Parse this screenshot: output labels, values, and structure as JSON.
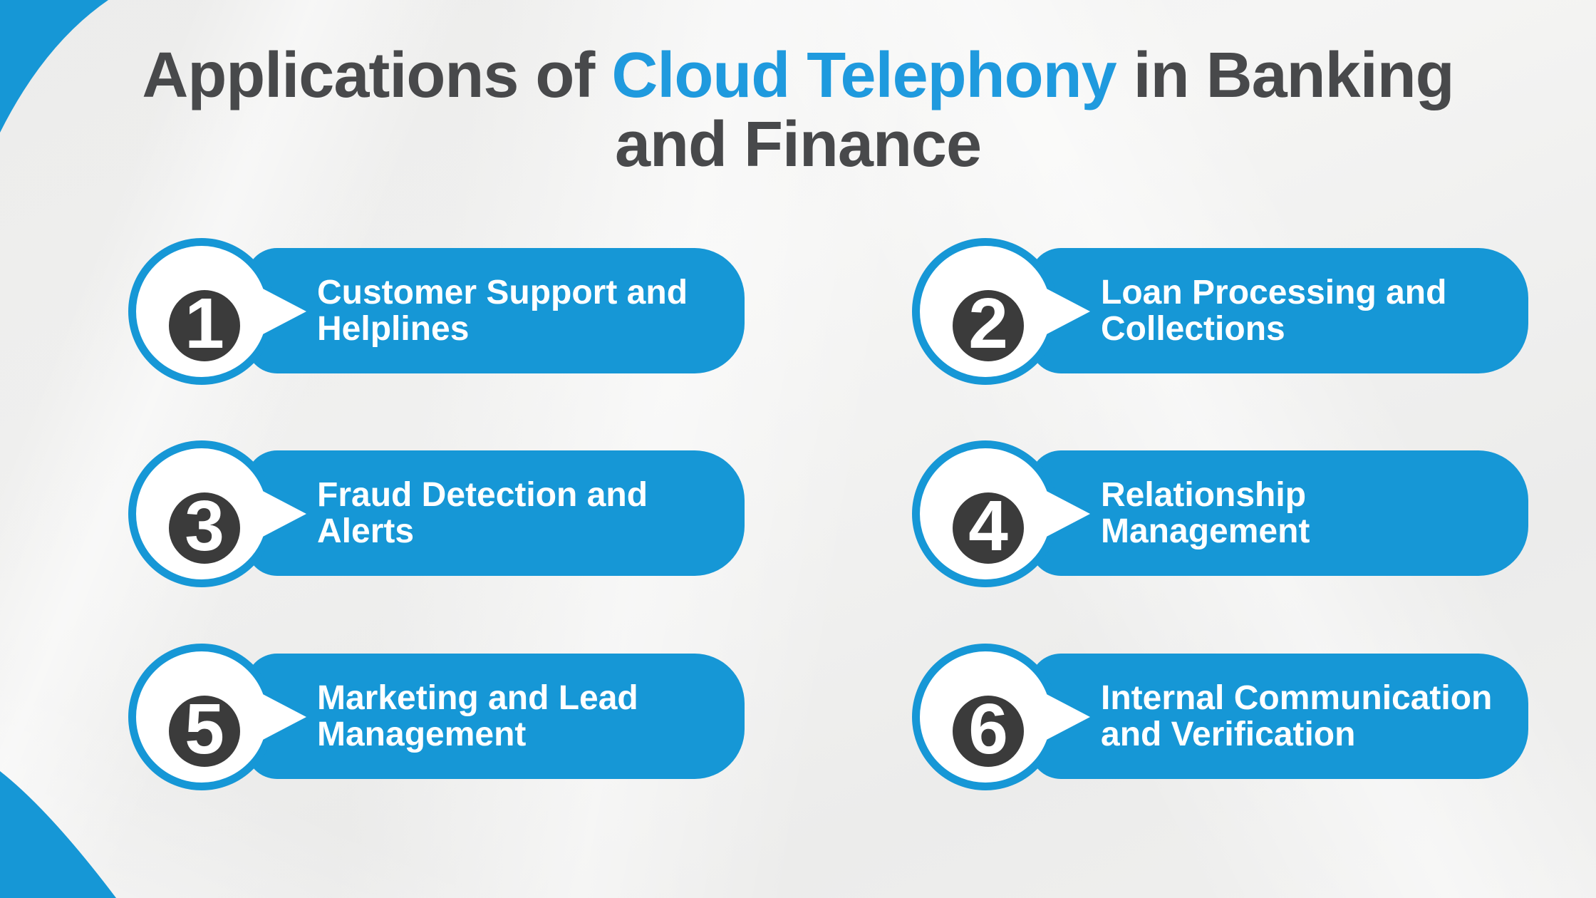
{
  "title": {
    "line1_pre": "Applications of ",
    "line1_highlight": "Cloud Telephony",
    "line1_post": " in Banking",
    "line2": "and Finance"
  },
  "items": [
    {
      "number": "1",
      "label": "Customer Support and Helplines"
    },
    {
      "number": "2",
      "label": "Loan Processing and Collections"
    },
    {
      "number": "3",
      "label": "Fraud Detection and Alerts"
    },
    {
      "number": "4",
      "label": "Relationship Management"
    },
    {
      "number": "5",
      "label": "Marketing and Lead Management"
    },
    {
      "number": "6",
      "label": "Internal Communication and Verification"
    }
  ],
  "colors": {
    "accent_blue": "#1697d6",
    "title_highlight": "#1f9ade",
    "title_text": "#48494b",
    "badge_dark": "#3b3b3b",
    "pill_text": "#ffffff"
  }
}
